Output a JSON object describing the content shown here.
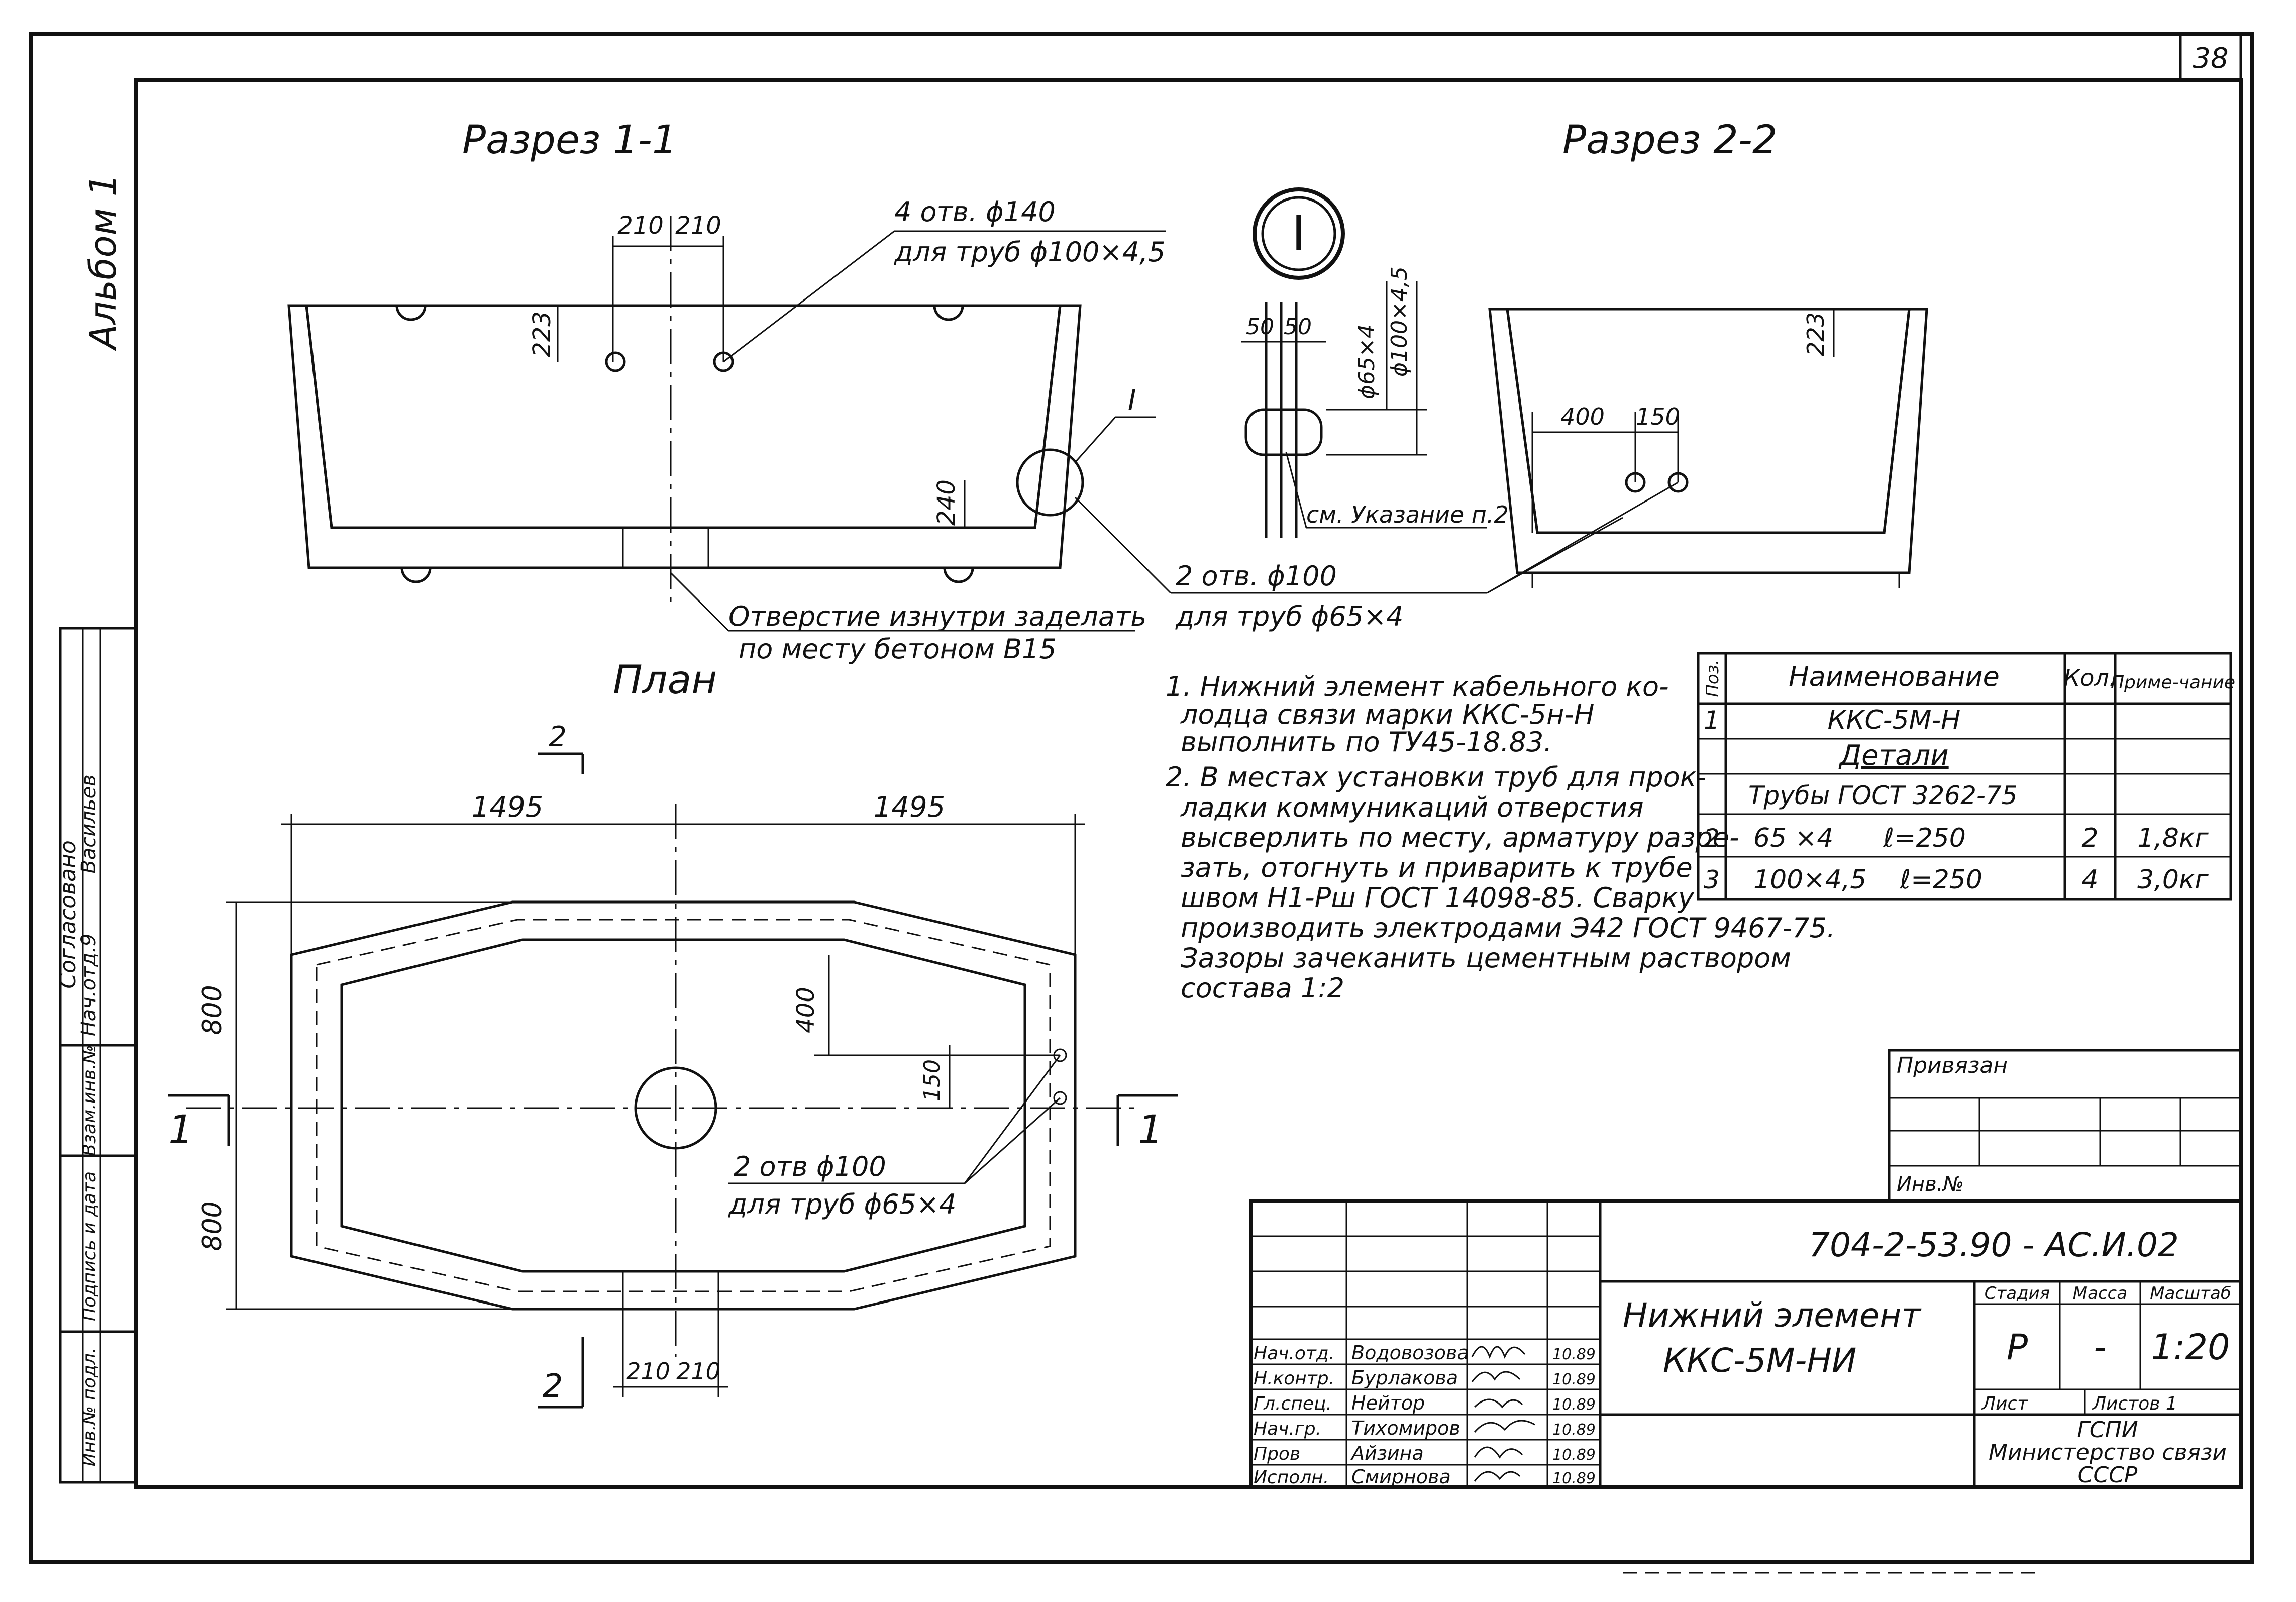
{
  "sheet": {
    "page_number": "38",
    "album": "Альбом 1"
  },
  "views": {
    "section_1": "Разрез 1-1",
    "section_2": "Разрез 2-2",
    "plan": "План"
  },
  "section_1_dims": {
    "d210a": "210",
    "d210b": "210",
    "h223": "223",
    "h240": "240",
    "holes_top": "4 отв. ϕ140",
    "holes_bottom": "для труб ϕ100×4,5",
    "node_label": "I",
    "fill_note_1": "Отверстие изнутри заделать",
    "fill_note_2": "по месту бетоном В15",
    "holes2_top": "2 отв. ϕ100",
    "holes2_bottom": "для труб ϕ65×4"
  },
  "detail_I": {
    "label": "I",
    "d50a": "50",
    "d50b": "50",
    "pipe1": "ϕ65×4",
    "pipe2": "ϕ100×4,5",
    "ref": "см. Указание п.2"
  },
  "section_2_dims": {
    "h223": "223",
    "d400": "400",
    "d150": "150"
  },
  "plan_dims": {
    "w1": "1495",
    "w2": "1495",
    "h1": "800",
    "h2": "800",
    "d400": "400",
    "d150": "150",
    "d210a": "210",
    "d210b": "210",
    "holes_top": "2 отв ϕ100",
    "holes_bottom": "для труб ϕ65×4",
    "cut1_left": "1",
    "cut1_right": "1",
    "cut2_top": "2",
    "cut2_bottom": "2"
  },
  "notes": [
    "1. Нижний элемент кабельного ко-",
    "лодца связи марки ККС-5н-Н",
    "выполнить по ТУ45-18.83.",
    "2. В местах установки труб для прок-",
    "ладки коммуникаций отверстия",
    "высверлить по месту, арматуру разре-",
    "зать, отогнуть и приварить к трубе",
    "швом Н1-Рш ГОСТ 14098-85. Сварку",
    "производить электродами Э42 ГОСТ 9467-75.",
    "Зазоры зачеканить цементным раствором",
    "состава 1:2"
  ],
  "spec_table": {
    "headers": [
      "Поз.",
      "Наименование",
      "Кол.",
      "Приме-чание"
    ],
    "rows": [
      [
        "1",
        "ККС-5М-Н",
        "",
        ""
      ],
      [
        "",
        "Детали",
        "",
        ""
      ],
      [
        "",
        "Трубы ГОСТ 3262-75",
        "",
        ""
      ],
      [
        "2",
        "65 ×4      ℓ=250",
        "2",
        "1,8кг"
      ],
      [
        "3",
        "100×4,5    ℓ=250",
        "4",
        "3,0кг"
      ]
    ]
  },
  "binding_block": {
    "title": "Привязан",
    "inv": "Инв.№"
  },
  "title_block": {
    "code": "704-2-53.90 - АС.И.02",
    "name_line1": "Нижний элемент",
    "name_line2": "ККС-5М-НИ",
    "stage_h": "Стадия",
    "mass_h": "Масса",
    "scale_h": "Масштаб",
    "stage": "Р",
    "mass": "-",
    "scale": "1:20",
    "sheet_h": "Лист",
    "sheets_h": "Листов 1",
    "org1": "ГСПИ",
    "org2": "Министерство связи",
    "org3": "СССР",
    "staff": [
      {
        "role": "Нач.отд.",
        "name": "Водовозова",
        "date": "10.89"
      },
      {
        "role": "Н.контр.",
        "name": "Бурлакова",
        "date": "10.89"
      },
      {
        "role": "Гл.спец.",
        "name": "Нейтор",
        "date": "10.89"
      },
      {
        "role": "Нач.гр.",
        "name": "Тихомиров",
        "date": "10.89"
      },
      {
        "role": "Пров",
        "name": "Айзина",
        "date": "10.89"
      },
      {
        "role": "Исполн.",
        "name": "Смирнова",
        "date": "10.89"
      }
    ]
  },
  "side_stamp": {
    "agreed": "Согласовано",
    "head": "Нач.отд.9",
    "head_name": "Васильев",
    "cells": [
      "Инв.№ подл.",
      "Подпись и дата",
      "Взам.инв.№"
    ]
  }
}
